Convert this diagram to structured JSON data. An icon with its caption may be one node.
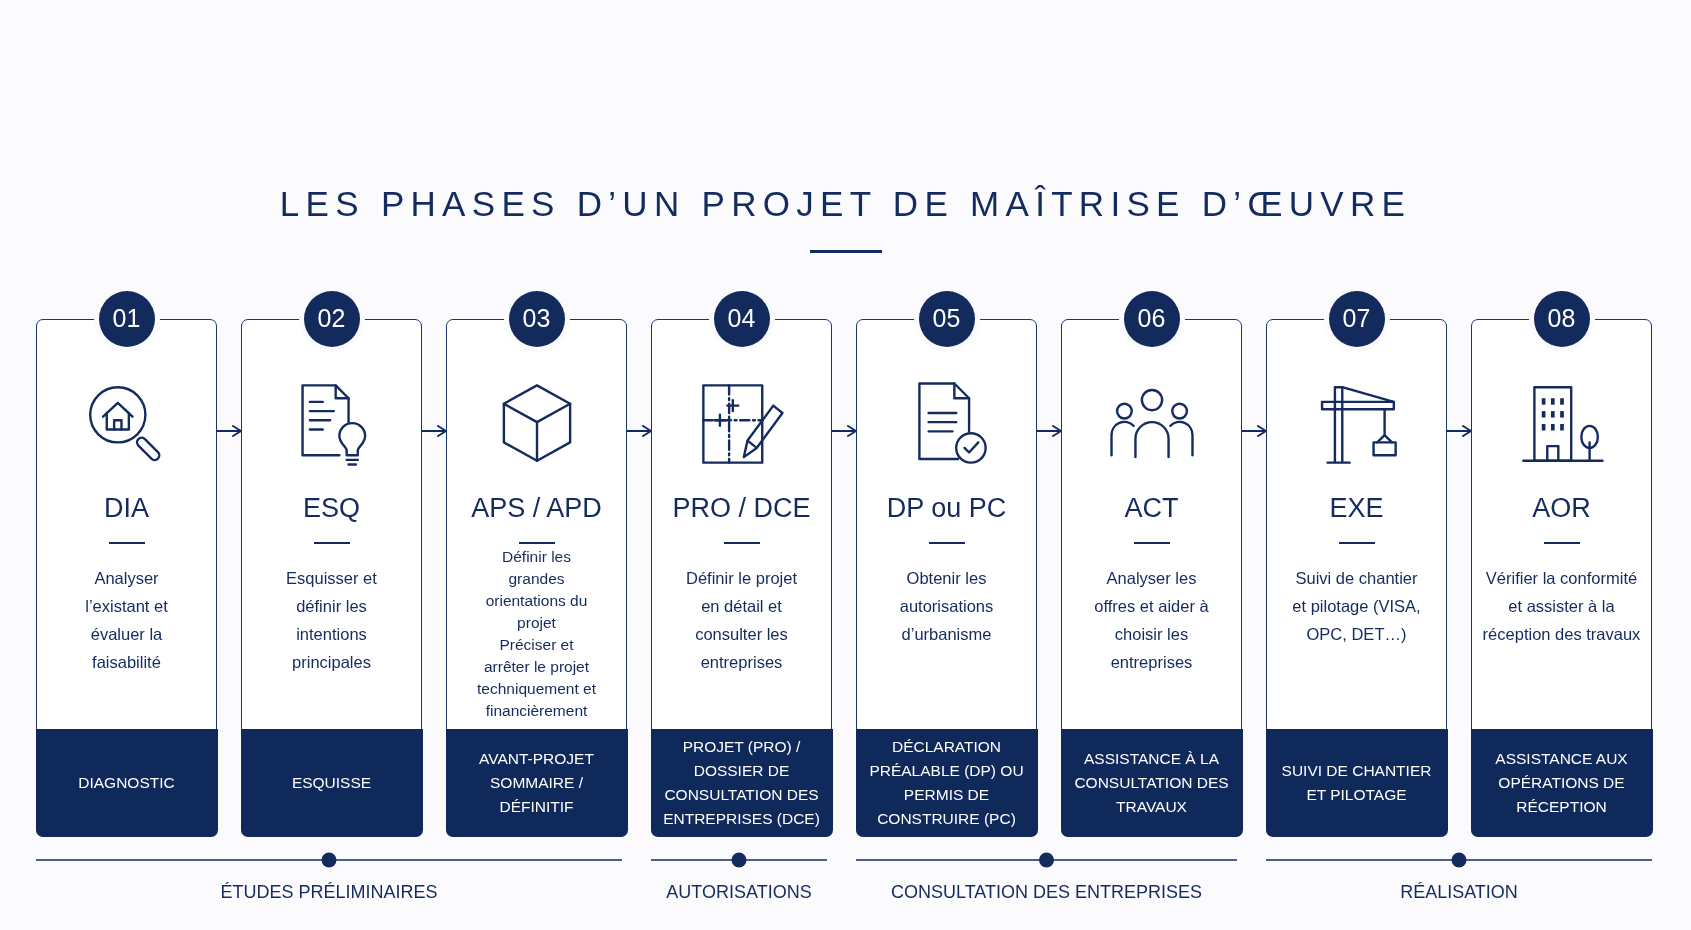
{
  "diagram": {
    "title": "LES PHASES D’UN PROJET DE MAÎTRISE D’ŒUVRE",
    "nodes": [
      {
        "text": [
          "01",
          "DIA",
          "Analyser l’existant et évaluer la faisabilité"
        ]
      },
      {
        "text": [
          "DIAGNOSTIC"
        ],
        "in": 0
      },
      {
        "text": [
          "02",
          "ESQ",
          "Esquisser et définir les intentions principales"
        ]
      },
      {
        "text": [
          "ESQUISSE"
        ],
        "in": 2
      },
      {
        "text": [
          "03",
          "APS / APD",
          "Définir les grandes orientations du projet",
          "Préciser et arrêter le projet techniquement et financièrement"
        ]
      },
      {
        "text": [
          "AVANT-PROJET SOMMAIRE / DÉFINITIF"
        ],
        "in": 4
      },
      {
        "text": [
          "04",
          "PRO / DCE",
          "Définir le projet en détail et consulter les entreprises"
        ]
      },
      {
        "text": [
          "PROJET (PRO) / DOSSIER DE CONSULTATION DES ENTREPRISES (DCE)"
        ],
        "in": 6
      },
      {
        "text": [
          "05",
          "DP ou PC",
          "Obtenir les autorisations d’urbanisme"
        ]
      },
      {
        "text": [
          "DÉCLARATION PRÉALABLE (DP) OU PERMIS DE CONSTRUIRE (PC)"
        ],
        "in": 8
      },
      {
        "text": [
          "06",
          "ACT",
          "Analyser les offres et aider à choisir les entreprises"
        ]
      },
      {
        "text": [
          "ASSISTANCE À LA CONSULTATION DES TRAVAUX"
        ],
        "in": 10
      },
      {
        "text": [
          "07",
          "EXE",
          "Suivi de chantier et pilotage (VISA, OPC, DET…)"
        ]
      },
      {
        "text": [
          "SUIVI DE CHANTIER ET PILOTAGE"
        ],
        "in": 12
      },
      {
        "text": [
          "08",
          "AOR",
          "Vérifier la conformité et assister à la réception des travaux"
        ]
      },
      {
        "text": [
          "ASSISTANCE AUX OPÉRATIONS DE RÉCEPTION"
        ],
        "in": 14
      }
    ],
    "edges": [
      {
        "from": 0,
        "to": 2,
        "arrow": "to"
      },
      {
        "from": 2,
        "to": 4,
        "arrow": "to"
      },
      {
        "from": 4,
        "to": 6,
        "arrow": "to"
      },
      {
        "from": 6,
        "to": 8,
        "arrow": "to"
      },
      {
        "from": 8,
        "to": 10,
        "arrow": "to"
      },
      {
        "from": 10,
        "to": 12,
        "arrow": "to"
      },
      {
        "from": 12,
        "to": 14,
        "arrow": "to"
      }
    ],
    "labels": [
      "ÉTUDES PRÉLIMINAIRES",
      "AUTORISATIONS",
      "CONSULTATION DES ENTREPRISES",
      "RÉALISATION"
    ]
  }
}
